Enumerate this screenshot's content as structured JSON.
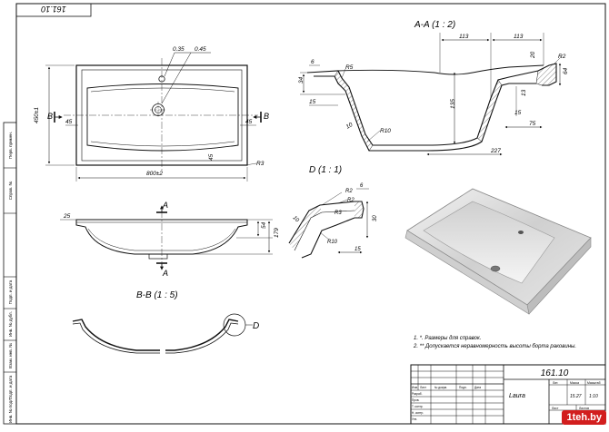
{
  "drawing": {
    "code": "161.10",
    "code_mirrored": "161.10",
    "model": "Laura",
    "mass": "15.27",
    "scale": "1:10"
  },
  "views": {
    "section_aa": "A-A (1 : 2)",
    "section_bb": "B-B (1 : 5)",
    "detail_d": "D (1 : 1)",
    "label_a": "A",
    "label_b": "B",
    "label_d": "D"
  },
  "dimensions": {
    "top": {
      "hole1": "0.35",
      "hole2": "0.45",
      "height": "450±1",
      "width": "800±2",
      "d45a": "45",
      "d45b": "45",
      "d45c": "45",
      "r3": "R3"
    },
    "side": {
      "d25": "25",
      "d54": "54",
      "d179": "179"
    },
    "aa": {
      "d113a": "113",
      "d113b": "113",
      "d6": "6",
      "r5": "R5",
      "d34": "34",
      "d15a": "15",
      "d10": "10",
      "d135": "135",
      "r10": "R10",
      "d227": "227",
      "d75": "75",
      "d15b": "15",
      "d13": "13",
      "d20": "20",
      "r2": "R2",
      "d64": "64"
    },
    "d": {
      "r2a": "R2",
      "d6": "6",
      "r2b": "R2",
      "d10": "10",
      "r3": "R3",
      "r10": "R10",
      "d30": "30",
      "d15": "15"
    }
  },
  "notes": [
    "1.   *. Размеры для справок.",
    "2.   ** Допускается неравномерность высоты борта раковины."
  ],
  "title_block": {
    "headers": [
      "Изм.",
      "Лист",
      "№ докум.",
      "Подп.",
      "Дата"
    ],
    "rows": [
      "Разраб.",
      "Пров.",
      "Т. контр.",
      "Н. контр.",
      "Утв."
    ],
    "lit": "Лит.",
    "mass_label": "Масса",
    "scale_label": "Масштаб",
    "sheet": "Лист",
    "sheets": "Листов"
  },
  "side_stamps": [
    "Перв. примен.",
    "Справ. №",
    "Подп. и дата",
    "Инв. № дубл.",
    "Взам. инв. №",
    "Подп. и дата",
    "Инв. № подл."
  ],
  "watermark": "1teh.by"
}
